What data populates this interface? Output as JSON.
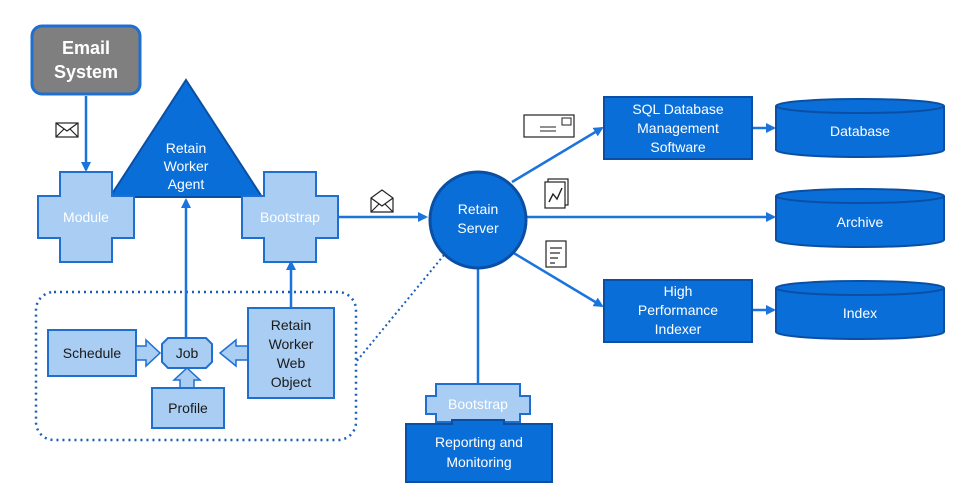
{
  "nodes": {
    "email_system": [
      "Email",
      "System"
    ],
    "module": "Module",
    "retain_worker_agent": [
      "Retain",
      "Worker",
      "Agent"
    ],
    "bootstrap_top": "Bootstrap",
    "retain_server": [
      "Retain",
      "Server"
    ],
    "sql_dbms": [
      "SQL Database",
      "Management",
      "Software"
    ],
    "database": "Database",
    "archive": "Archive",
    "hpi": [
      "High",
      "Performance",
      "Indexer"
    ],
    "index": "Index",
    "schedule": "Schedule",
    "job": "Job",
    "profile": "Profile",
    "web_object": [
      "Retain",
      "Worker",
      "Web",
      "Object"
    ],
    "bootstrap_bottom": "Bootstrap",
    "reporting": [
      "Reporting and",
      "Monitoring"
    ]
  },
  "icons": {
    "email_in": "envelope-icon",
    "email_out": "envelope-open-icon",
    "letter": "letter-icon",
    "report": "report-chart-icon",
    "document": "document-list-icon"
  },
  "colors": {
    "dark_blue": "#0a6ed8",
    "light_blue": "#a9cdf3",
    "gray": "#7f7f7f",
    "line": "#1b74de"
  }
}
